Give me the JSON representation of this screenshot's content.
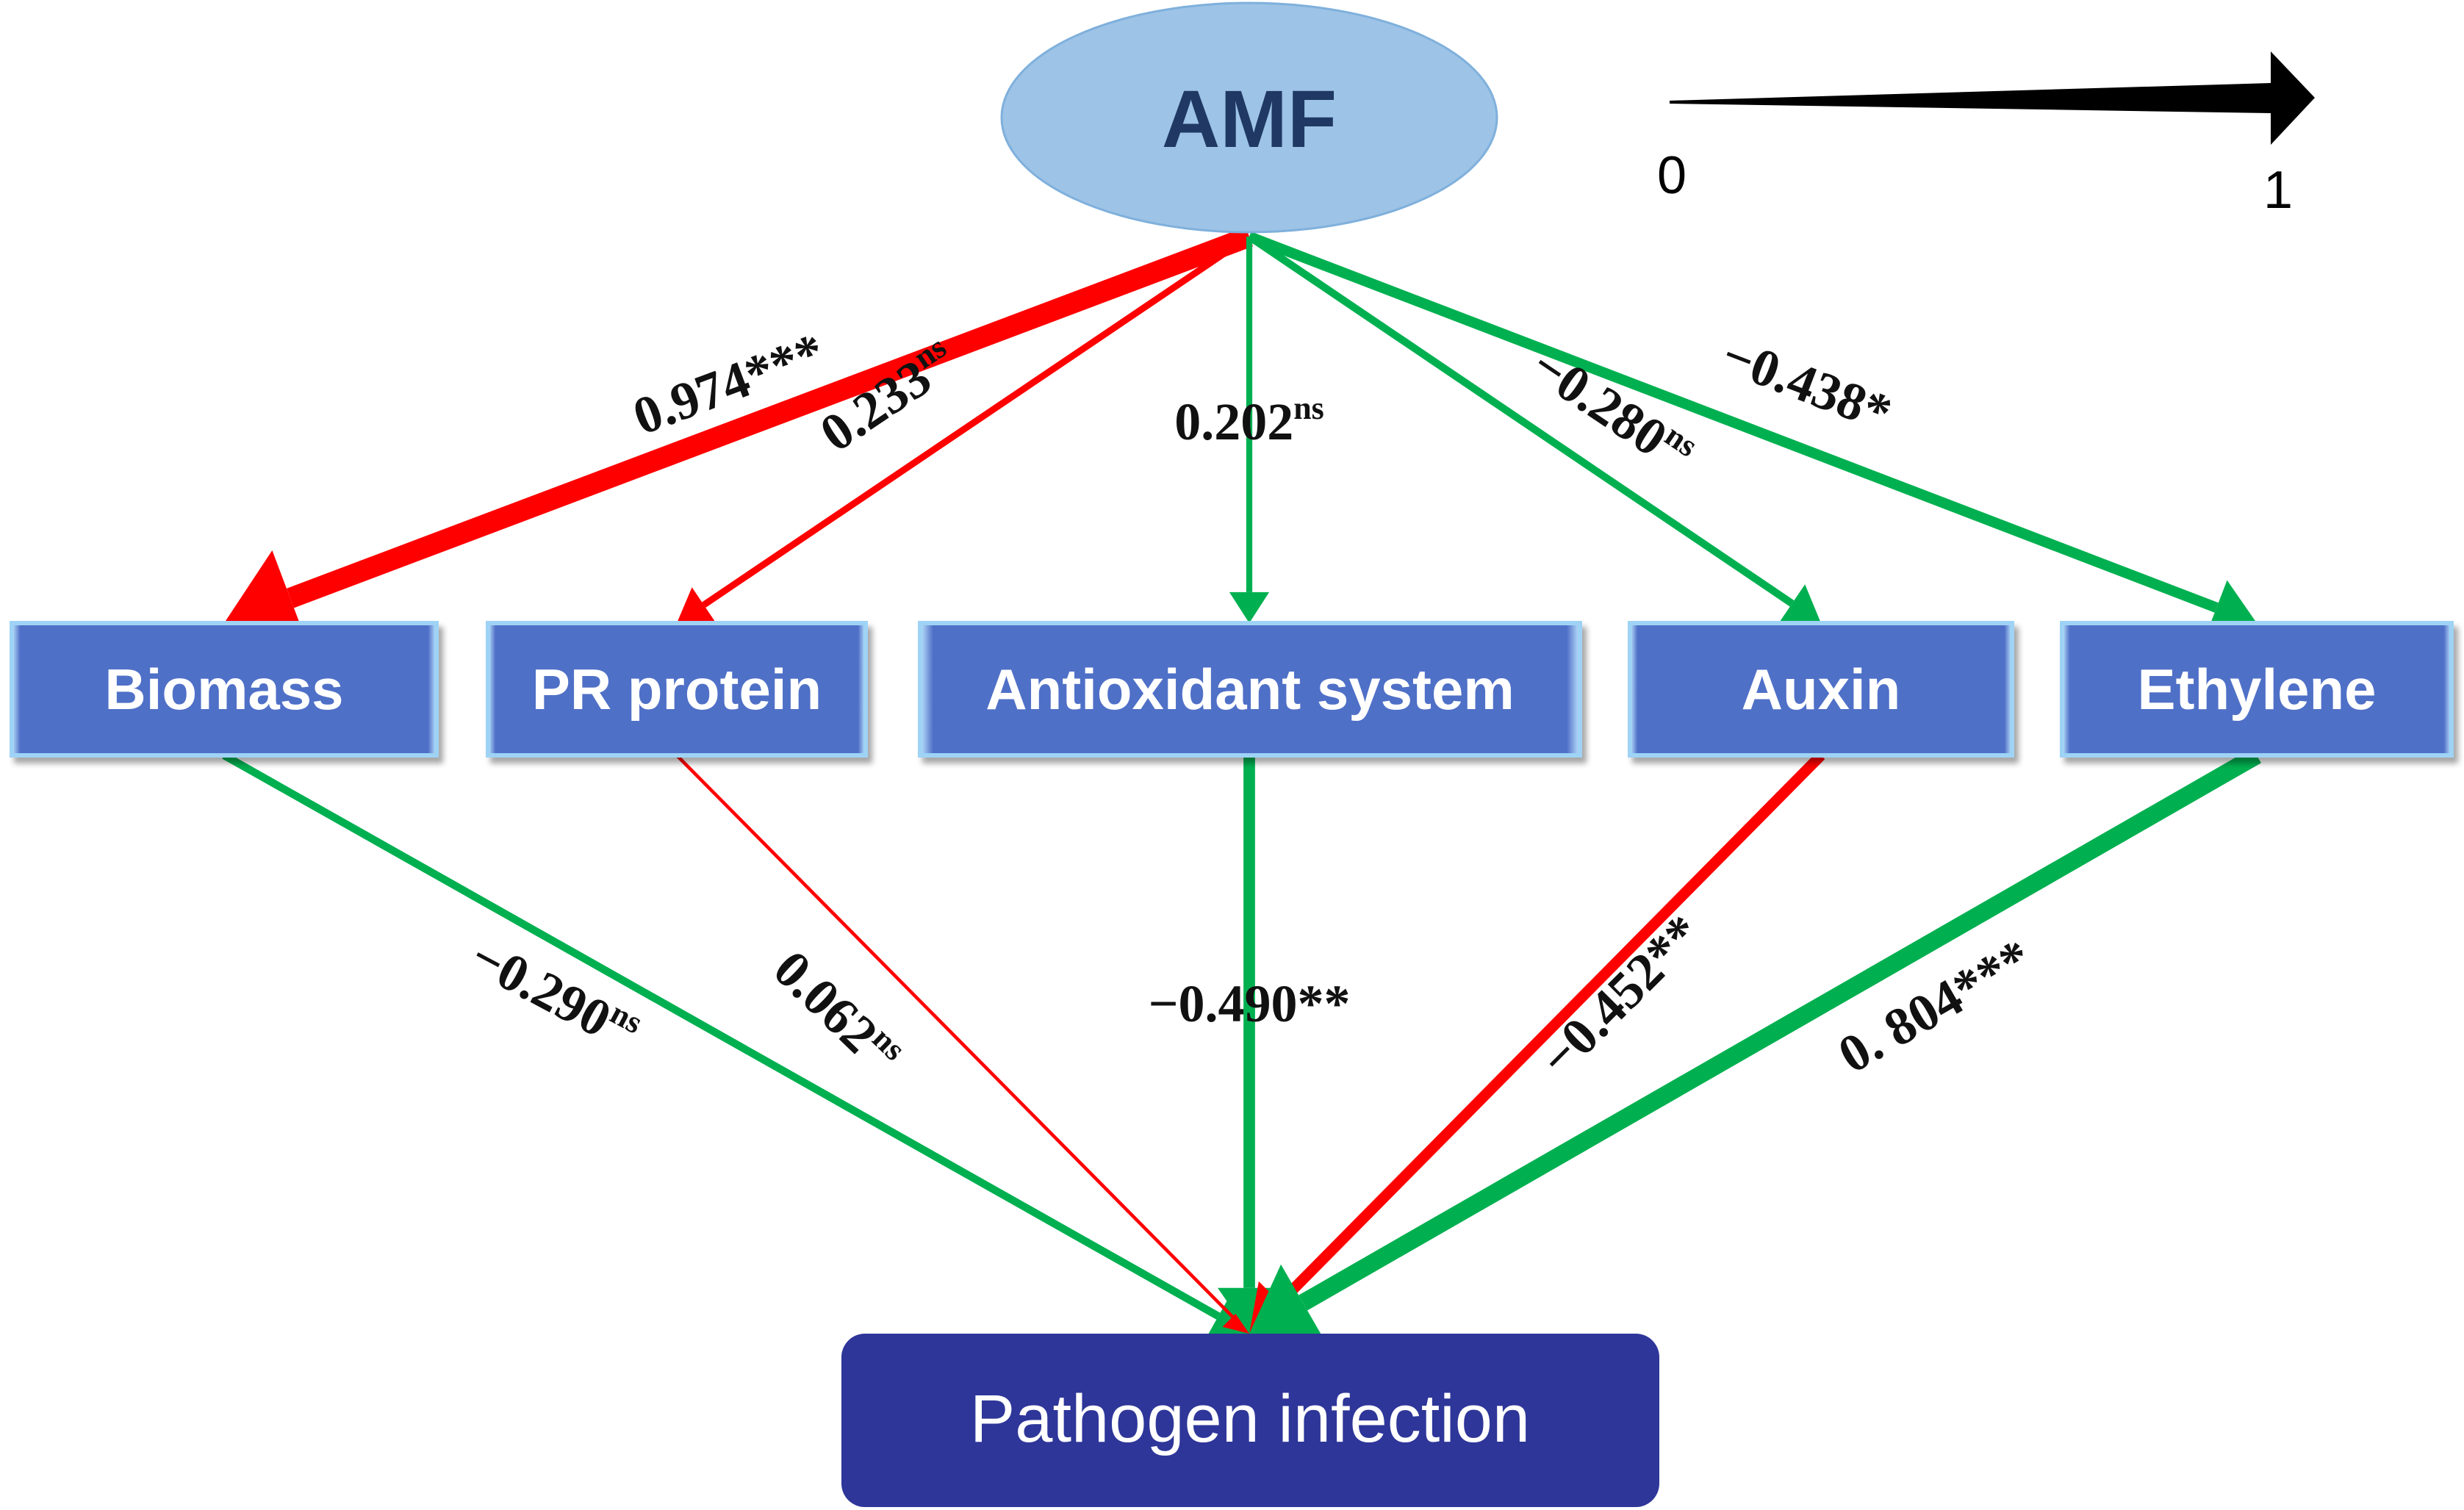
{
  "colors": {
    "positive": "#ff0000",
    "negative": "#00b050",
    "source_fill": "#9dc3e6",
    "mediator_fill": "#4f6fc7",
    "outcome_fill": "#2e3699",
    "scale_arrow": "#000000"
  },
  "source": {
    "label": "AMF"
  },
  "mediators": [
    {
      "label": "Biomass"
    },
    {
      "label": "PR protein"
    },
    {
      "label": "Antioxidant system"
    },
    {
      "label": "Auxin"
    },
    {
      "label": "Ethylene"
    }
  ],
  "outcome": {
    "label": "Pathogen infection"
  },
  "scale": {
    "min_label": "0",
    "max_label": "1"
  },
  "paths": [
    {
      "from": "AMF",
      "to": "Biomass",
      "coefficient": 0.974,
      "text": "0.974",
      "significance": "***",
      "sign": "positive"
    },
    {
      "from": "AMF",
      "to": "PR protein",
      "coefficient": 0.233,
      "text": "0.233",
      "significance": "ns",
      "sign": "positive"
    },
    {
      "from": "AMF",
      "to": "Antioxidant system",
      "coefficient": 0.202,
      "text": "0.202",
      "significance": "ns",
      "sign": "negative"
    },
    {
      "from": "AMF",
      "to": "Auxin",
      "coefficient": -0.28,
      "text": "−0.280",
      "significance": "ns",
      "sign": "negative"
    },
    {
      "from": "AMF",
      "to": "Ethylene",
      "coefficient": -0.438,
      "text": "−0.438",
      "significance": "*",
      "sign": "negative"
    },
    {
      "from": "Biomass",
      "to": "Pathogen infection",
      "coefficient": -0.29,
      "text": "−0.290",
      "significance": "ns",
      "sign": "negative"
    },
    {
      "from": "PR protein",
      "to": "Pathogen infection",
      "coefficient": 0.062,
      "text": "0.062",
      "significance": "ns",
      "sign": "positive"
    },
    {
      "from": "Antioxidant system",
      "to": "Pathogen infection",
      "coefficient": -0.49,
      "text": "−0.490",
      "significance": "**",
      "sign": "negative"
    },
    {
      "from": "Auxin",
      "to": "Pathogen infection",
      "coefficient": -0.452,
      "text": "−0.452",
      "significance": "**",
      "sign": "positive"
    },
    {
      "from": "Ethylene",
      "to": "Pathogen infection",
      "coefficient": 0.804,
      "text": "0. 804",
      "significance": "***",
      "sign": "negative"
    }
  ]
}
